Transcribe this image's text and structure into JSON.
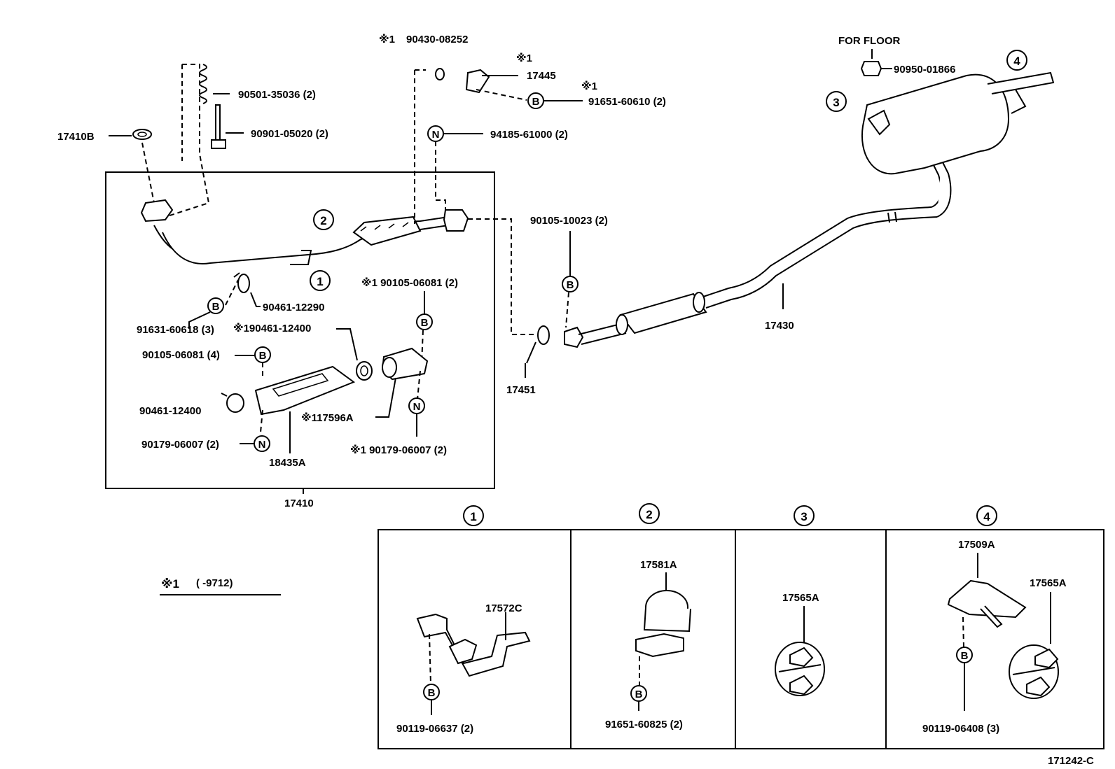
{
  "labels": {
    "p17410B": "17410B",
    "p90501": "90501-35036 (2)",
    "p90901": "90901-05020 (2)",
    "star1_a": "※1",
    "p90430": "90430-08252",
    "star1_b": "※1",
    "p17445": "17445",
    "star1_c": "※1",
    "p91651_60610": "91651-60610 (2)",
    "p94185": "94185-61000 (2)",
    "for_floor": "FOR  FLOOR",
    "p90950": "90950-01866",
    "p90105_10023": "90105-10023 (2)",
    "p90461_12290": "90461-12290",
    "p91631": "91631-60618 (3)",
    "star1_90461": "※190461-12400",
    "star1_90105": "※1 90105-06081 (2)",
    "p90105_06081_4": "90105-06081 (4)",
    "p90461_12400": "90461-12400",
    "star1_17596A": "※117596A",
    "p90179_left": "90179-06007 (2)",
    "star1_90179": "※1  90179-06007 (2)",
    "p18435A": "18435A",
    "p17410": "17410",
    "p17451": "17451",
    "p17430": "17430",
    "note_star": "※1",
    "note_range": "(       -9712)",
    "p17572C": "17572C",
    "p90119_06637": "90119-06637 (2)",
    "p17581A": "17581A",
    "p91651_60825": "91651-60825 (2)",
    "p17565A_3": "17565A",
    "p17509A": "17509A",
    "p17565A_4": "17565A",
    "p90119_06408": "90119-06408 (3)",
    "drawing_no": "171242-C"
  },
  "callouts": {
    "c1": "1",
    "c2": "2",
    "c3": "3",
    "c4": "4"
  },
  "symbols": {
    "b": "B",
    "n": "N"
  },
  "icons": [
    "bolt-icon",
    "nut-icon",
    "gasket-icon",
    "clamp-icon",
    "hanger-icon"
  ]
}
